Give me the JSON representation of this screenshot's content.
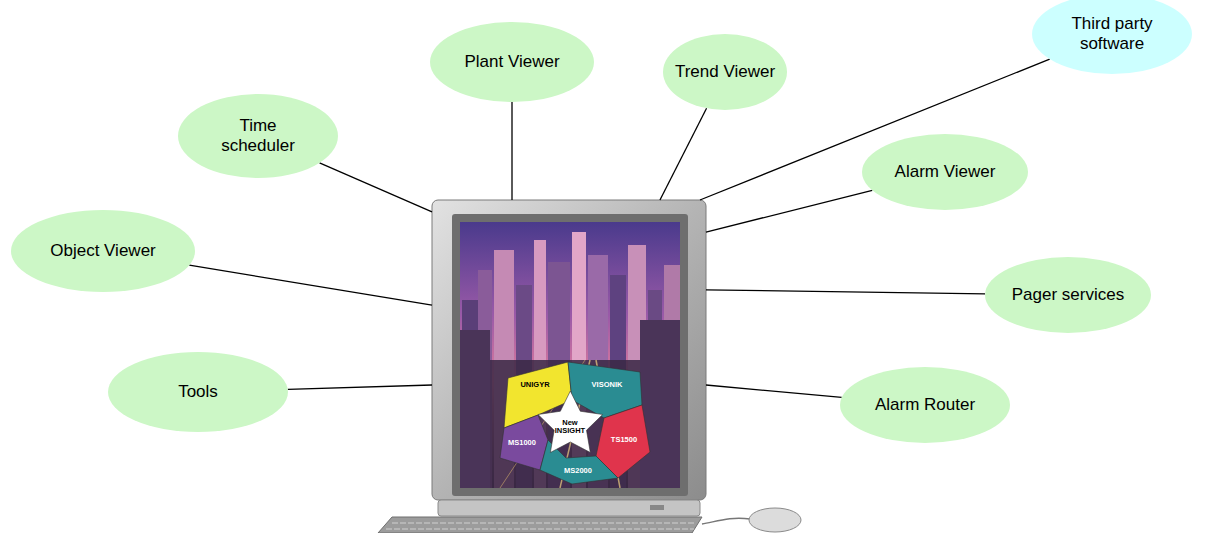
{
  "diagram": {
    "nodes": [
      {
        "text": [
          "Plant Viewer"
        ]
      },
      {
        "text": [
          "Trend Viewer"
        ]
      },
      {
        "text": [
          "Third party software"
        ]
      },
      {
        "text": [
          "Time scheduler"
        ]
      },
      {
        "text": [
          "Alarm Viewer"
        ]
      },
      {
        "text": [
          "Object Viewer"
        ]
      },
      {
        "text": [
          "Pager services"
        ]
      },
      {
        "text": [
          "Tools"
        ]
      },
      {
        "text": [
          "Alarm Router"
        ]
      },
      {
        "text": []
      },
      {
        "text": [
          "UNIGYR"
        ],
        "in": 9
      },
      {
        "text": [
          "VISONIK"
        ],
        "in": 9
      },
      {
        "text": [
          "MS1000"
        ],
        "in": 9
      },
      {
        "text": [
          "New INSIGHT"
        ],
        "in": 9
      },
      {
        "text": [
          "TS1500"
        ],
        "in": 9
      },
      {
        "text": [
          "MS2000"
        ],
        "in": 9
      }
    ],
    "edges": [
      {
        "from": 0,
        "to": 9,
        "arrow": "none"
      },
      {
        "from": 1,
        "to": 9,
        "arrow": "none"
      },
      {
        "from": 2,
        "to": 9,
        "arrow": "none"
      },
      {
        "from": 3,
        "to": 9,
        "arrow": "none"
      },
      {
        "from": 4,
        "to": 9,
        "arrow": "none"
      },
      {
        "from": 5,
        "to": 9,
        "arrow": "none"
      },
      {
        "from": 6,
        "to": 9,
        "arrow": "none"
      },
      {
        "from": 7,
        "to": 9,
        "arrow": "none"
      },
      {
        "from": 8,
        "to": 9,
        "arrow": "none"
      }
    ]
  }
}
